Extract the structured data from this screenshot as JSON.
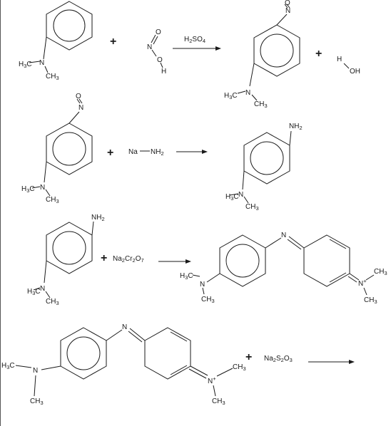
{
  "reactions": [
    {
      "reactant1": {
        "nme2": {
          "pre": "H",
          "pre_sub": "3",
          "c": "C",
          "n": "N",
          "ch": "CH",
          "ch_sub": "3"
        }
      },
      "plus_sign": "+",
      "reactant2": {
        "o": "O",
        "n": "N",
        "h": "H"
      },
      "reagent": {
        "main": "H",
        "s1": "2",
        "mid": "SO",
        "s2": "4"
      },
      "product1": {
        "o": "O",
        "nme2": {
          "pre": "H",
          "pre_sub": "3",
          "c": "C",
          "n": "N",
          "ch": "CH",
          "ch_sub": "3"
        }
      },
      "plus_sign2": "+",
      "product2": {
        "h": "H",
        "oh": "OH"
      }
    },
    {
      "reactant1": {
        "o": "O",
        "nme2": {
          "pre": "H",
          "pre_sub": "3",
          "c": "C",
          "n": "N",
          "ch": "CH",
          "ch_sub": "3"
        }
      },
      "plus_sign": "+",
      "reactant2": {
        "na": "Na",
        "nh": "NH",
        "nh_sub": "2"
      },
      "product1": {
        "nh": "NH",
        "nh_sub": "2",
        "nme2": {
          "pre": "H",
          "pre_sub": "3",
          "c": "C",
          "n": "N",
          "ch": "CH",
          "ch_sub": "3"
        }
      }
    },
    {
      "reactant1": {
        "nh": "NH",
        "nh_sub": "2",
        "nme2": {
          "pre": "H",
          "pre_sub": "3",
          "c": "C",
          "n": "N",
          "ch": "CH",
          "ch_sub": "3"
        }
      },
      "plus_sign": "+",
      "reagent": {
        "t1": "Na",
        "s1": "2",
        "t2": "Cr",
        "s2": "2",
        "t3": "O",
        "s3": "7"
      },
      "product": {
        "bridge_n": "N",
        "left": {
          "pre": "H",
          "pre_sub": "3",
          "c": "C",
          "n": "N",
          "ch": "CH",
          "ch_sub": "3"
        },
        "right": {
          "n": "N",
          "charge": "+",
          "ch1": "CH",
          "ch1_sub": "3",
          "ch2": "CH",
          "ch2_sub": "3"
        }
      }
    },
    {
      "reactant": {
        "bridge_n": "N",
        "left": {
          "h": "H",
          "h_sub": "3",
          "c": "C",
          "n": "N",
          "ch": "CH",
          "ch_sub": "3"
        },
        "right": {
          "n": "N",
          "charge": "+",
          "ch1": "CH",
          "ch1_sub": "3",
          "ch2": "CH",
          "ch2_sub": "3"
        }
      },
      "plus_sign": "+",
      "reagent": {
        "t1": "Na",
        "s1": "2",
        "t2": "S",
        "s2": "2",
        "t3": "O",
        "s3": "3"
      }
    }
  ]
}
